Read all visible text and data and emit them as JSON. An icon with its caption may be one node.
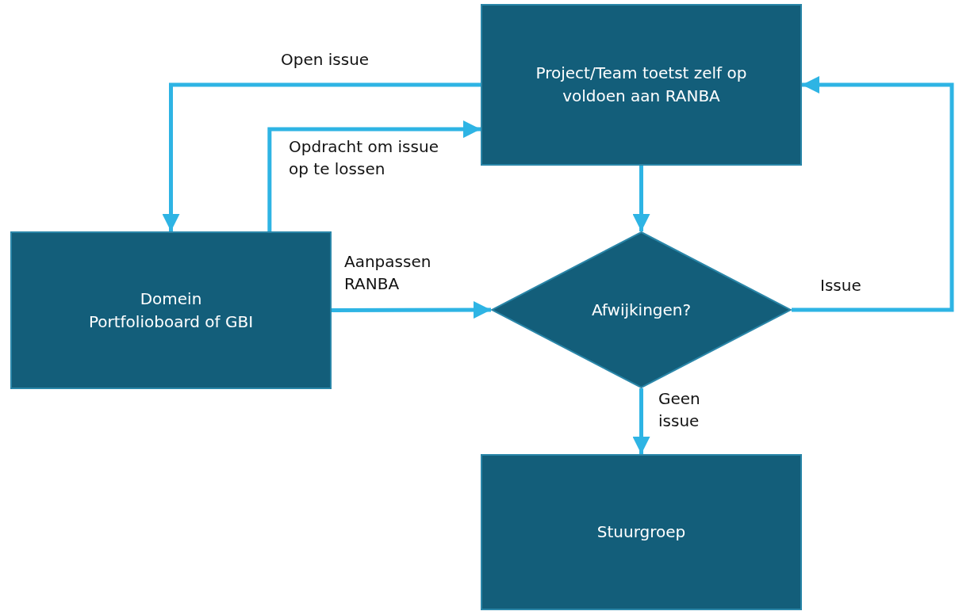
{
  "diagram": {
    "nodes": [
      {
        "text": [
          "Project/Team toetst zelf op voldoen aan RANBA"
        ]
      },
      {
        "text": [
          "Domein Portfolioboard of GBI"
        ]
      },
      {
        "text": [
          "Afwijkingen?"
        ]
      },
      {
        "text": [
          "Stuurgroep"
        ]
      }
    ],
    "edges": [
      {
        "from": 0,
        "to": 1,
        "arrow": "to",
        "label": "Open issue"
      },
      {
        "from": 1,
        "to": 0,
        "arrow": "to",
        "label": "Opdracht om issue op te lossen"
      },
      {
        "from": 0,
        "to": 2,
        "arrow": "to"
      },
      {
        "from": 1,
        "to": 2,
        "arrow": "to",
        "label": "Aanpassen RANBA"
      },
      {
        "from": 2,
        "to": 0,
        "arrow": "to",
        "label": "Issue"
      },
      {
        "from": 2,
        "to": 3,
        "arrow": "to",
        "label": "Geen issue"
      }
    ]
  }
}
